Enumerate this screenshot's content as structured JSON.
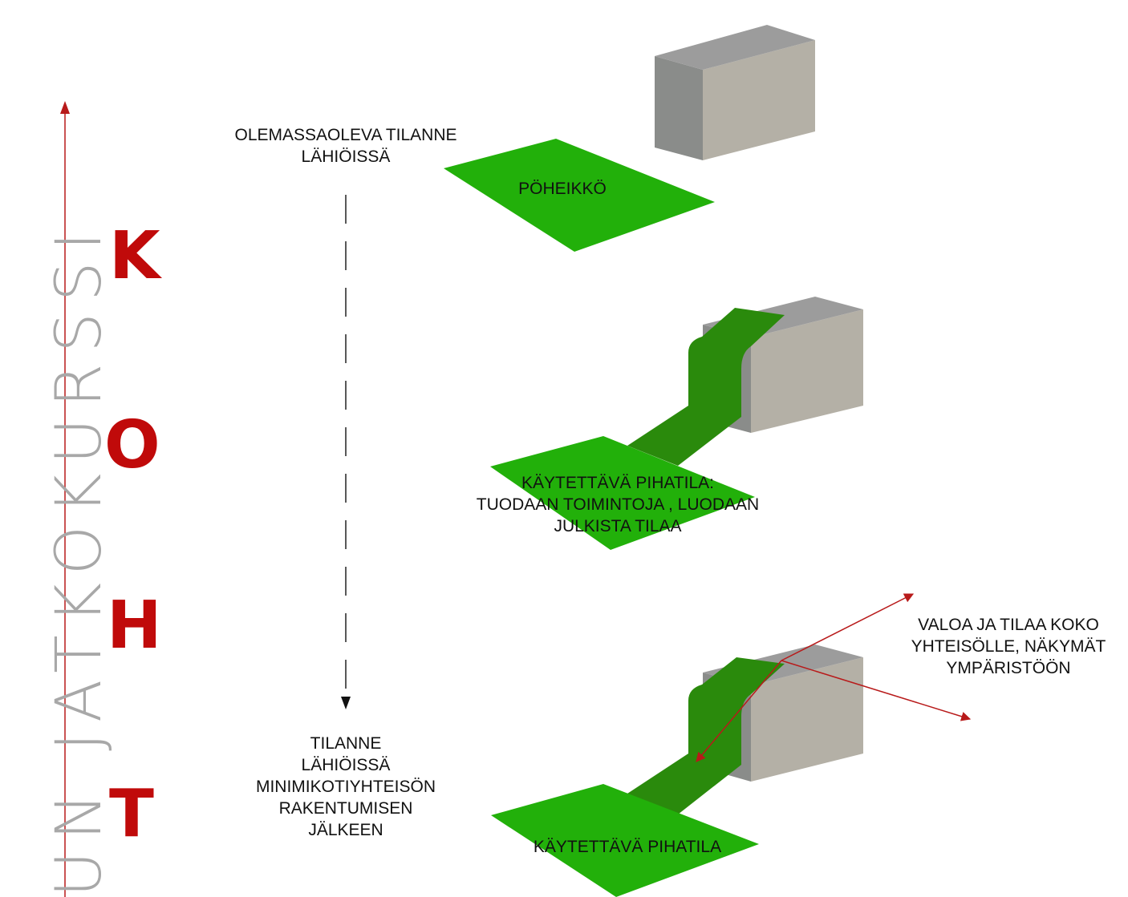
{
  "vertical_title": "UN JATKOKURSSI",
  "initials": [
    "K",
    "O",
    "H",
    "T"
  ],
  "steps": {
    "before_label": "OLEMASSAOLEVA TILANNE\nLÄHIÖISSÄ",
    "after_label": "TILANNE\nLÄHIÖISSÄ\nMINIMIKOTIYHTEISÖN\nRAKENTUMISEN\nJÄLKEEN"
  },
  "panels": {
    "top_label": "PÖHEIKKÖ",
    "middle_label": "KÄYTETTÄVÄ PIHATILA:\nTUODAAN TOIMINTOJA , LUODAAN\nJULKISTA TILAA",
    "bottom_label": "KÄYTETTÄVÄ PIHATILA",
    "arrows_label": "VALOA JA TILAA KOKO\nYHTEISÖLLE, NÄKYMÄT\nYMPÄRISTÖÖN"
  },
  "colors": {
    "green_light": "#22b00a",
    "green_dark": "#2a8a0c",
    "accent_red": "#c00a0a",
    "box_front": "#b4b0a6",
    "box_side": "#8a8c8a",
    "box_top": "#9c9c9c"
  }
}
